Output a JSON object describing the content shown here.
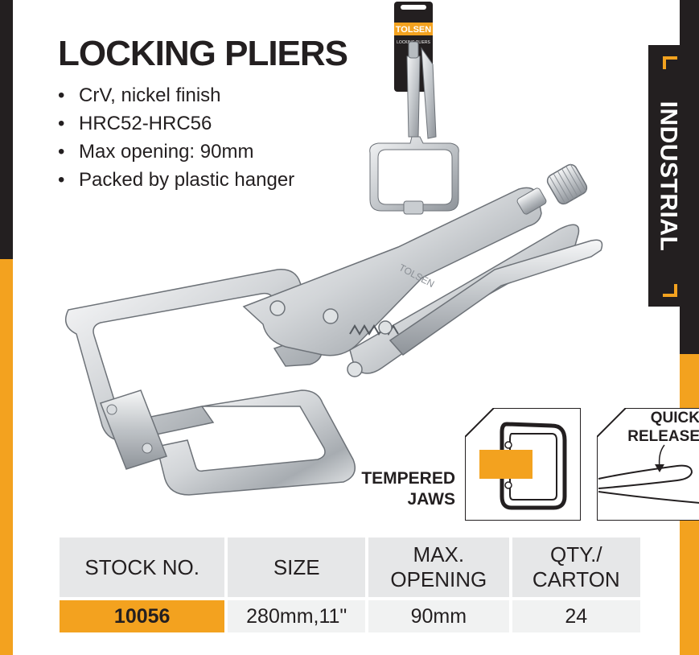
{
  "product": {
    "title": "LOCKING PLIERS",
    "features": [
      "CrV, nickel finish",
      "HRC52-HRC56",
      "Max opening: 90mm",
      "Packed by plastic hanger"
    ],
    "bullet": "•"
  },
  "side_tab": {
    "label": "INDUSTRIAL"
  },
  "packaging": {
    "brand": "TOLSEN",
    "package_text": "LOCKING PLIERS",
    "engraving": "TOLSEN"
  },
  "callouts": {
    "tempered_jaws": [
      "TEMPERED",
      "JAWS"
    ],
    "quick_release": [
      "QUICK",
      "RELEASE"
    ]
  },
  "spec_table": {
    "headers": [
      [
        "STOCK NO."
      ],
      [
        "SIZE"
      ],
      [
        "MAX.",
        "OPENING"
      ],
      [
        "QTY./",
        "CARTON"
      ]
    ],
    "row": [
      "10056",
      "280mm,11\"",
      "90mm",
      "24"
    ]
  },
  "colors": {
    "accent": "#f3a21f",
    "dark": "#231f20",
    "header_bg": "#e6e7e8",
    "cell_bg": "#f1f2f2"
  }
}
